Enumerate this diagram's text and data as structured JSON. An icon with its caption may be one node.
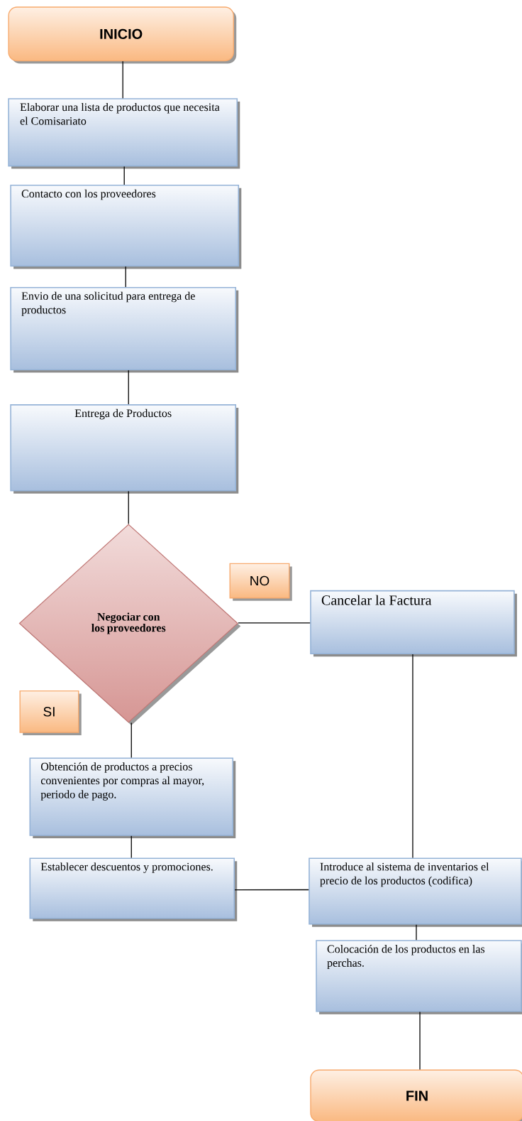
{
  "diagram": {
    "nodes": [
      {
        "text": [
          "INICIO"
        ]
      },
      {
        "text": [
          "Elaborar una lista de productos que necesita el Comisariato"
        ]
      },
      {
        "text": [
          "Contacto con los proveedores"
        ]
      },
      {
        "text": [
          "Envio de una solicitud para entrega de productos"
        ]
      },
      {
        "text": [
          "Entrega de Productos"
        ]
      },
      {
        "text": [
          "Negociar con los proveedores"
        ]
      },
      {
        "text": [
          "NO"
        ]
      },
      {
        "text": [
          "Cancelar la Factura"
        ]
      },
      {
        "text": [
          "SI"
        ]
      },
      {
        "text": [
          "Obtención de productos a precios convenientes por compras al mayor, periodo de pago."
        ]
      },
      {
        "text": [
          "Establecer  descuentos y promociones."
        ]
      },
      {
        "text": [
          "Introduce al sistema de inventarios el precio de los productos (codifica)"
        ]
      },
      {
        "text": [
          "Colocación de los productos en las perchas."
        ]
      },
      {
        "text": [
          "FIN"
        ]
      }
    ],
    "edges": [
      {
        "from": 0,
        "to": 1,
        "arrow": "none"
      },
      {
        "from": 1,
        "to": 2,
        "arrow": "none"
      },
      {
        "from": 2,
        "to": 3,
        "arrow": "none"
      },
      {
        "from": 3,
        "to": 4,
        "arrow": "none"
      },
      {
        "from": 4,
        "to": 5,
        "arrow": "none"
      },
      {
        "from": 5,
        "to": 7,
        "arrow": "none"
      },
      {
        "from": 5,
        "to": 9,
        "arrow": "none"
      },
      {
        "from": 7,
        "to": 11,
        "arrow": "none"
      },
      {
        "from": 9,
        "to": 10,
        "arrow": "none"
      },
      {
        "from": 10,
        "to": 11,
        "arrow": "none"
      },
      {
        "from": 11,
        "to": 12,
        "arrow": "none"
      },
      {
        "from": 12,
        "to": 13,
        "arrow": "none"
      }
    ]
  }
}
